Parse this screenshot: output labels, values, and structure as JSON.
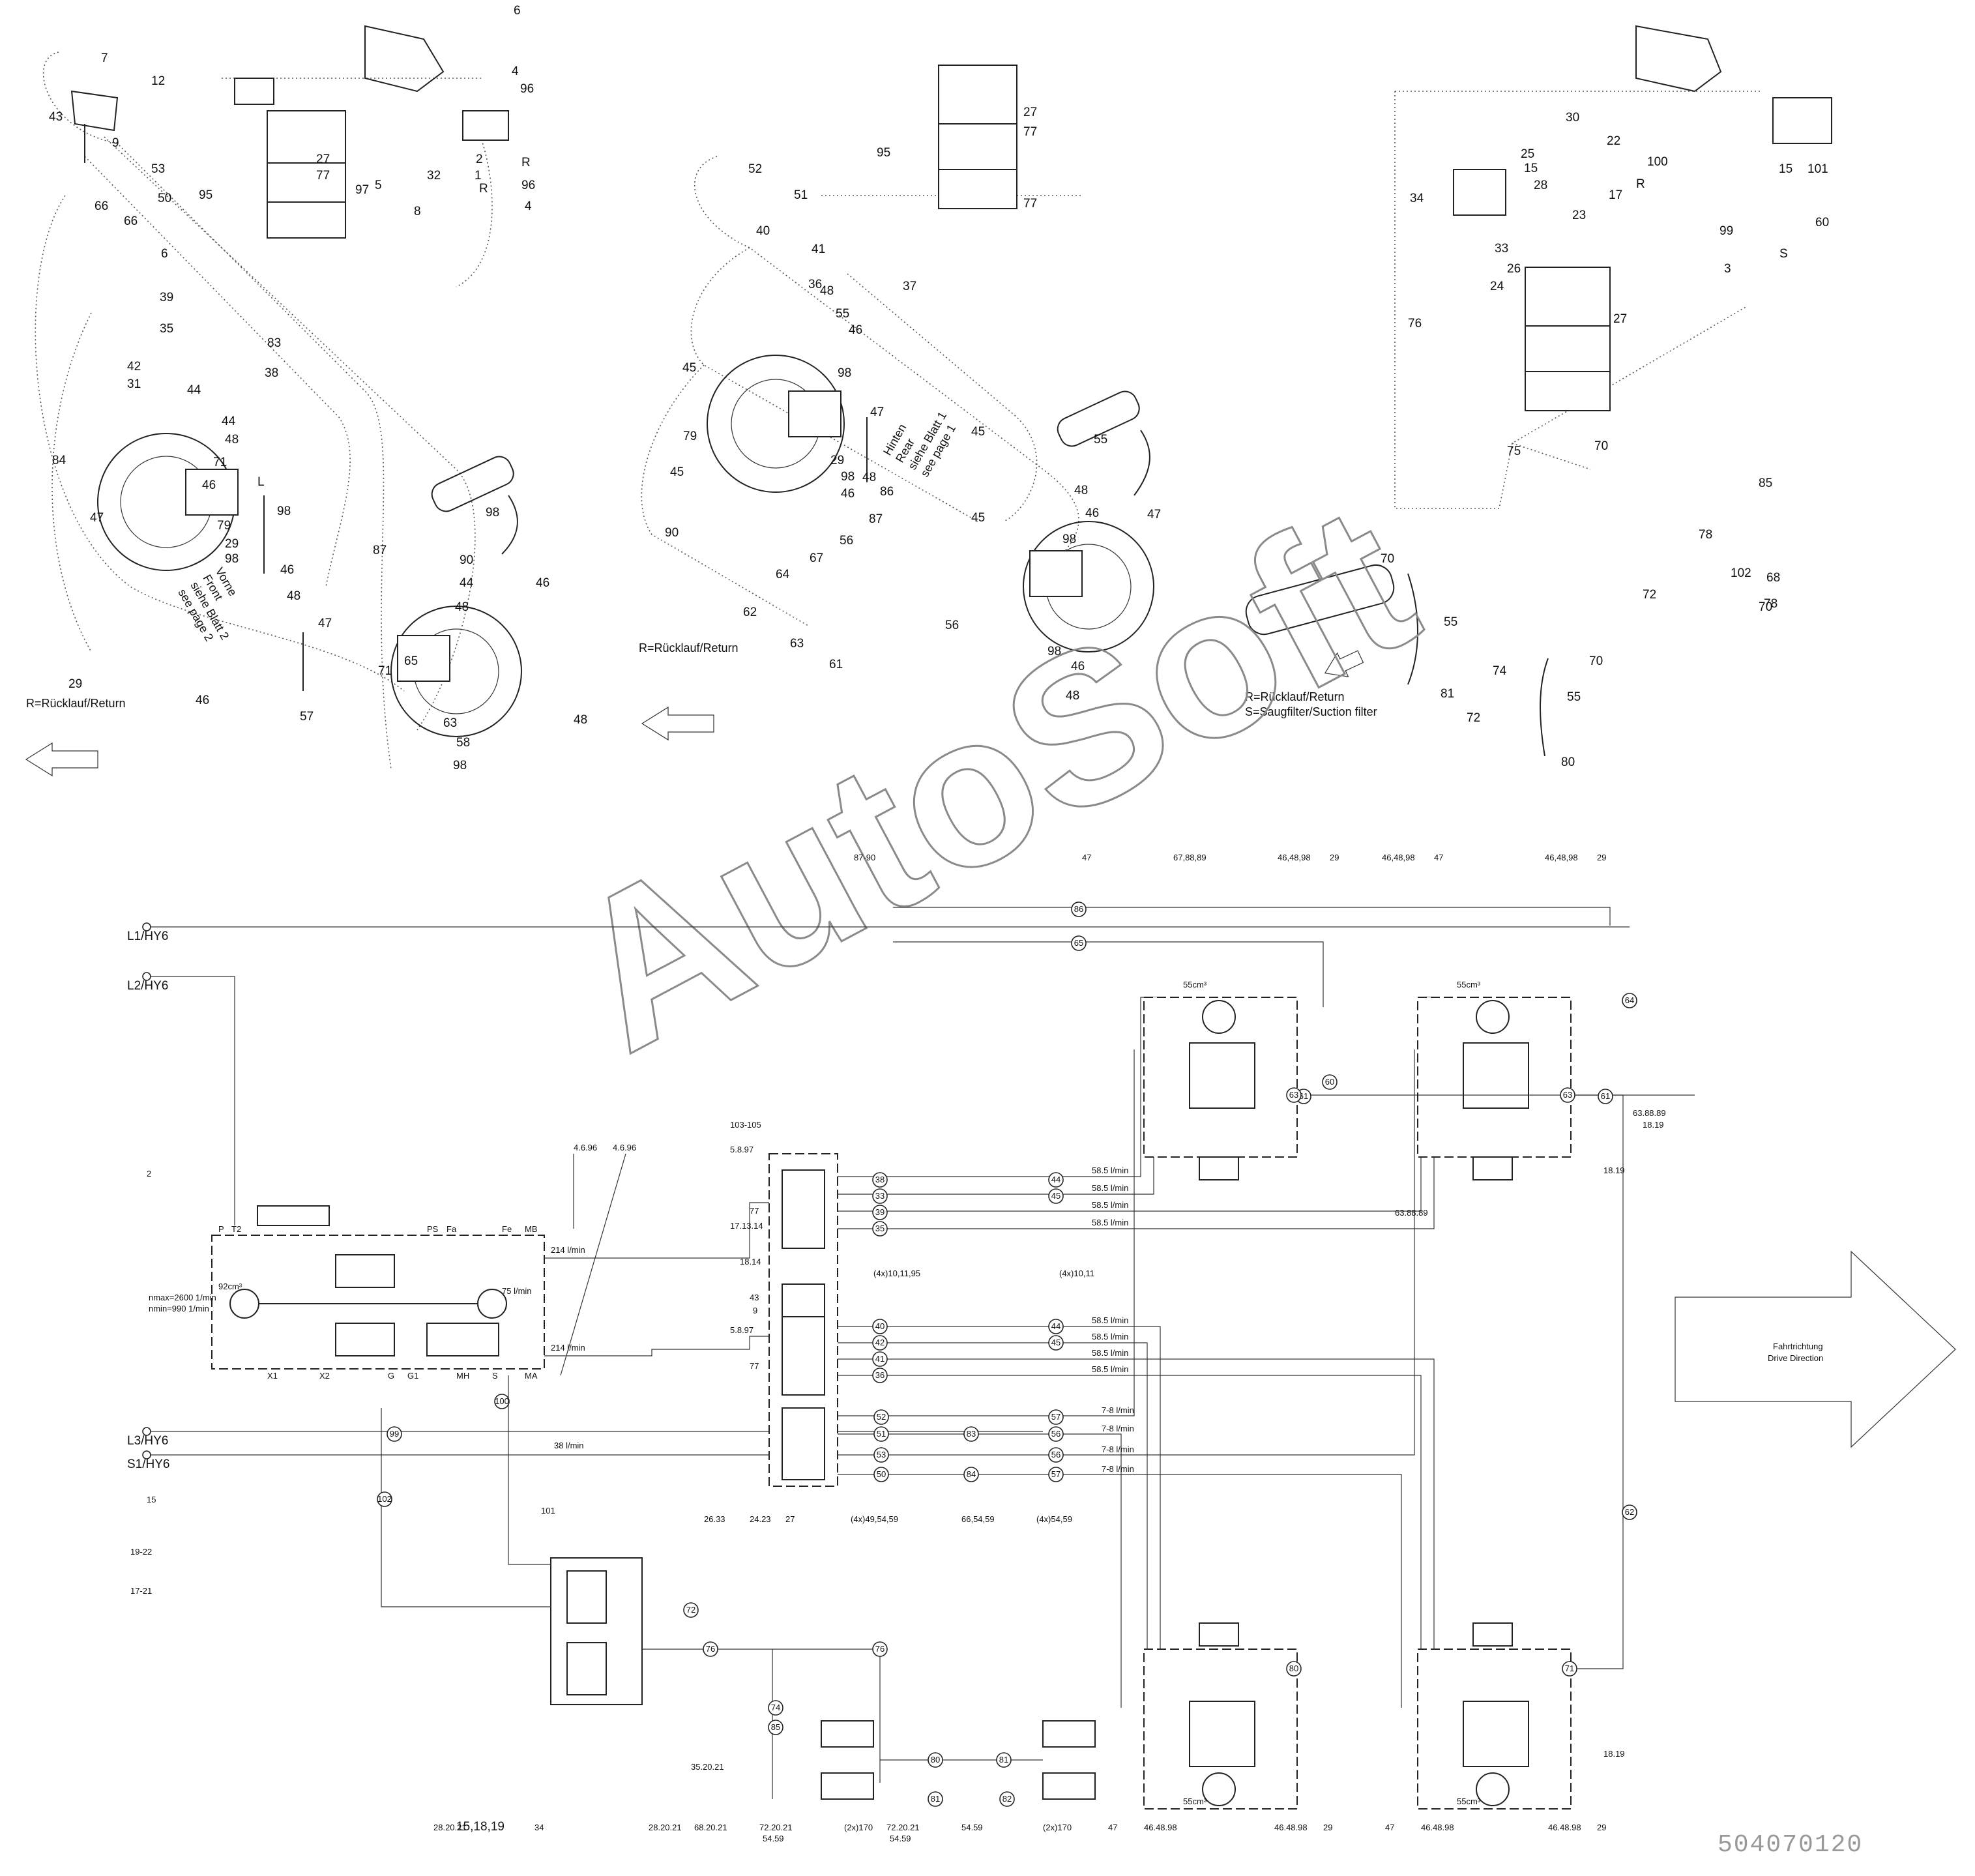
{
  "views": {
    "left": {
      "note_front": [
        "Vorne",
        "Front",
        "siehe Blatt 2",
        "see page 2"
      ],
      "legend": "R=Rücklauf/Return",
      "port_R": "R",
      "port_L": "L",
      "callouts": [
        "7",
        "12",
        "43",
        "9",
        "6",
        "4",
        "96",
        "27",
        "77",
        "97",
        "5",
        "53",
        "66",
        "66",
        "50",
        "95",
        "8",
        "2",
        "1",
        "32",
        "R",
        "96",
        "4",
        "6",
        "39",
        "35",
        "83",
        "38",
        "42",
        "31",
        "84",
        "44",
        "44",
        "48",
        "71",
        "46",
        "98",
        "47",
        "79",
        "29",
        "98",
        "46",
        "48",
        "87",
        "90",
        "44",
        "48",
        "46",
        "98",
        "47",
        "71",
        "65",
        "57",
        "29",
        "63",
        "58",
        "98",
        "46",
        "48"
      ]
    },
    "middle": {
      "note_rear": [
        "Hinten",
        "Rear",
        "siehe Blatt 1",
        "see page 1"
      ],
      "legend": "R=Rücklauf/Return",
      "callouts": [
        "52",
        "51",
        "95",
        "27",
        "77",
        "77",
        "40",
        "41",
        "36",
        "37",
        "45",
        "48",
        "55",
        "46",
        "98",
        "47",
        "79",
        "45",
        "29",
        "98",
        "46",
        "48",
        "87",
        "90",
        "56",
        "86",
        "67",
        "64",
        "62",
        "63",
        "61",
        "45",
        "48",
        "46",
        "98",
        "55",
        "47",
        "56",
        "98",
        "46",
        "48",
        "45"
      ]
    },
    "right": {
      "legend_r": "R=Rücklauf/Return",
      "legend_s": "S=Saugfilter/Suction filter",
      "port_R": "R",
      "port_S": "S",
      "callouts": [
        "30",
        "22",
        "100",
        "25",
        "15",
        "34",
        "28",
        "23",
        "17",
        "15",
        "101",
        "60",
        "99",
        "3",
        "33",
        "26",
        "24",
        "27",
        "76",
        "75",
        "70",
        "85",
        "78",
        "102",
        "68",
        "70",
        "72",
        "78",
        "70",
        "55",
        "81",
        "74",
        "70",
        "55",
        "72",
        "80"
      ]
    }
  },
  "watermark": "AutoSoft",
  "schematic": {
    "lines": [
      "L1/HY6",
      "L2/HY6",
      "L3/HY6",
      "S1/HY6"
    ],
    "top_refs": [
      "87-90",
      "47",
      "67,88,89",
      "46,48,98",
      "29",
      "46,48,98",
      "47",
      "46,48,98",
      "29"
    ],
    "pump_refs": [
      "2",
      "4.6.96",
      "4.6.96"
    ],
    "pump_text": {
      "n_max": "nmax=2600 1/min",
      "n_min": "nmin=990 1/min",
      "disp": "92cm³",
      "disp2": "75 l/min",
      "ports_top": [
        "P",
        "T2",
        "PS",
        "Fa",
        "Fe",
        "MB"
      ],
      "ports_bottom": [
        "X1",
        "X2",
        "G",
        "G1",
        "MH",
        "S",
        "MA"
      ],
      "flow_b": "214 l/min",
      "flow_a": "214 l/min"
    },
    "valve_refs": [
      "103-105",
      "5.8.97",
      "77",
      "17.13.14",
      "18.14",
      "43",
      "9",
      "5.8.97",
      "77",
      "26.33",
      "24.23",
      "27"
    ],
    "group_refs": [
      "(4x)10,11,95",
      "(4x)10,11",
      "(4x)49,54,59",
      "66,54,59",
      "(4x)54,59"
    ],
    "flows": [
      "58.5 l/min",
      "58.5 l/min",
      "58.5 l/min",
      "58.5 l/min",
      "58.5 l/min",
      "58.5 l/min",
      "58.5 l/min",
      "58.5 l/min"
    ],
    "brake_flows": [
      "7-8 l/min",
      "7-8 l/min",
      "7-8 l/min",
      "7-8 l/min"
    ],
    "motor_disp": "55cm³",
    "right_refs": [
      "63.88.89",
      "18.19",
      "18.19",
      "63.88.89",
      "18.19"
    ],
    "return_flow": "38 l/min",
    "side_refs": [
      "15",
      "19-22",
      "17-21",
      "101"
    ],
    "bottom_refs": [
      "28.20.21",
      "15,18,19",
      "34",
      "28.20.21",
      "35.20.21",
      "68.20.21",
      "72.20.21",
      "54.59",
      "(2x)170",
      "72.20.21",
      "54.59",
      "54.59",
      "(2x)170",
      "47",
      "46.48.98",
      "46.48.98",
      "29",
      "47",
      "46.48.98",
      "46.48.98",
      "29"
    ],
    "drive_direction": [
      "Fahrtrichtung",
      "Drive Direction"
    ],
    "circle_ids": [
      "86",
      "65",
      "38",
      "33",
      "39",
      "35",
      "40",
      "42",
      "41",
      "36",
      "52",
      "51",
      "53",
      "50",
      "83",
      "84",
      "44",
      "45",
      "44",
      "45",
      "57",
      "56",
      "56",
      "57",
      "61",
      "61",
      "62",
      "64",
      "60",
      "99",
      "100",
      "102",
      "76",
      "76",
      "74",
      "85",
      "80",
      "81",
      "81",
      "82",
      "80",
      "63",
      "63",
      "71",
      "72"
    ]
  },
  "document_number": "504070120"
}
